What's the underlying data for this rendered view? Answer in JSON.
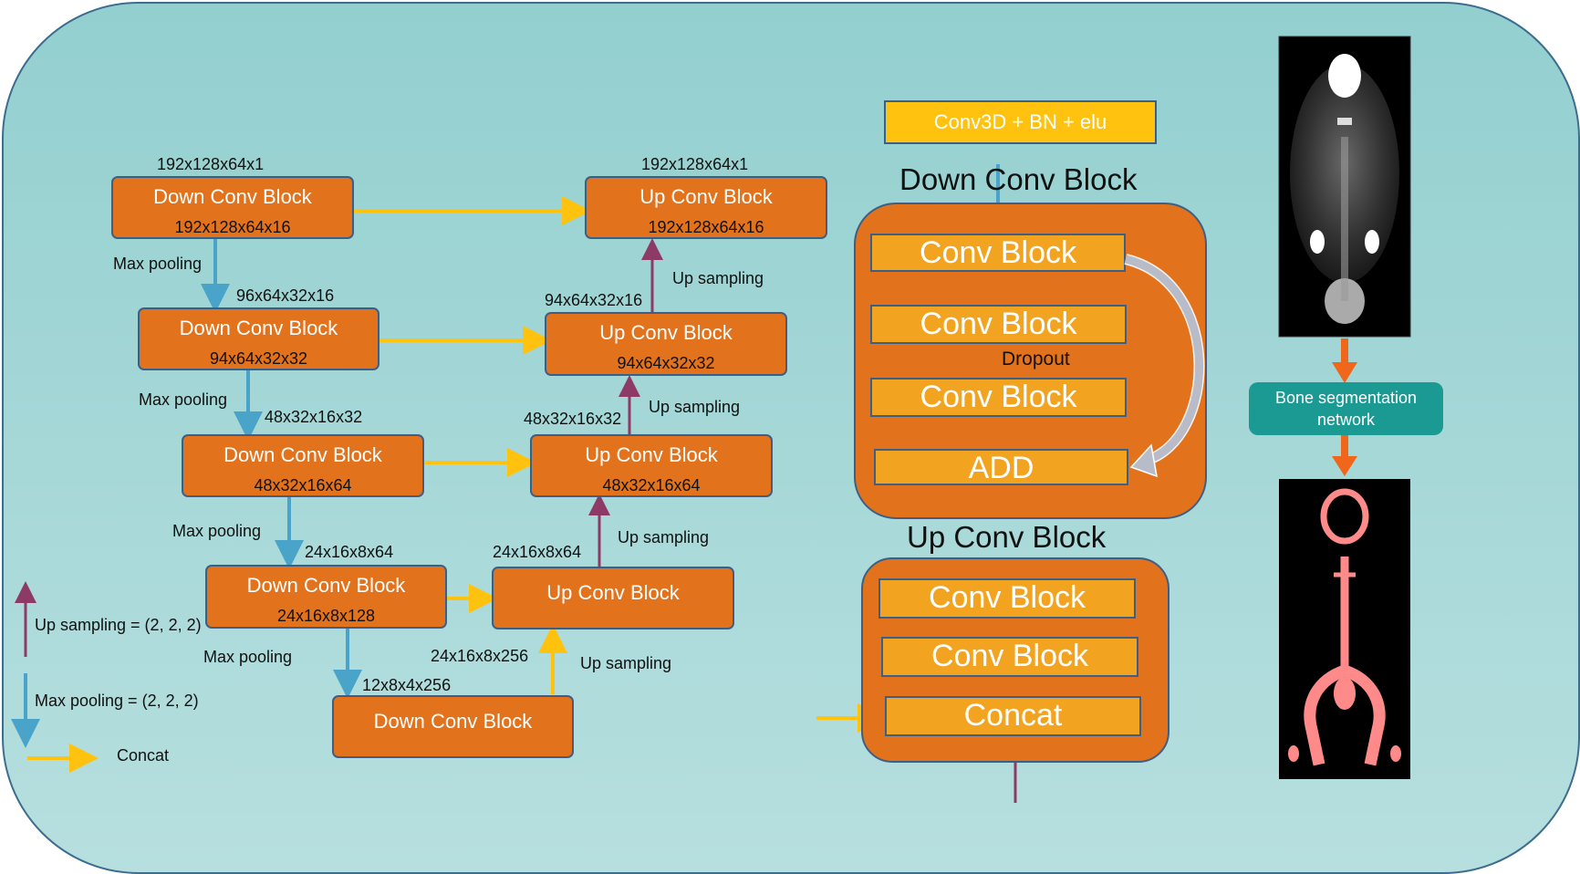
{
  "diagram": {
    "encoder": [
      {
        "title": "Down Conv Block",
        "input_dim": "192x128x64x1",
        "output_dim": "192x128x64x16"
      },
      {
        "title": "Down Conv Block",
        "input_dim": "96x64x32x16",
        "output_dim": "94x64x32x32"
      },
      {
        "title": "Down Conv Block",
        "input_dim": "48x32x16x32",
        "output_dim": "48x32x16x64"
      },
      {
        "title": "Down Conv Block",
        "input_dim": "24x16x8x64",
        "output_dim": "24x16x8x128"
      },
      {
        "title": "Down Conv Block",
        "input_dim": "12x8x4x256",
        "output_dim": ""
      }
    ],
    "decoder": [
      {
        "title": "Up Conv Block",
        "input_dim": "192x128x64x1",
        "output_dim": "192x128x64x16"
      },
      {
        "title": "Up Conv Block",
        "input_dim": "94x64x32x16",
        "output_dim": "94x64x32x32"
      },
      {
        "title": "Up Conv Block",
        "input_dim": "48x32x16x32",
        "output_dim": "48x32x16x64"
      },
      {
        "title": "Up Conv Block",
        "input_dim": "24x16x8x64",
        "output_dim": ""
      },
      {
        "title": "",
        "input_dim": "24x16x8x256",
        "output_dim": ""
      }
    ],
    "max_pooling_label": "Max pooling",
    "up_sampling_label": "Up sampling"
  },
  "legend": {
    "up_sampling": "Up sampling = (2, 2, 2)",
    "max_pooling": "Max pooling = (2, 2, 2)",
    "concat": "Concat"
  },
  "conv_unit": "Conv3D + BN + elu",
  "down_detail": {
    "title": "Down Conv Block",
    "blocks": [
      "Conv Block",
      "Conv Block",
      "Conv Block",
      "ADD"
    ],
    "dropout": "Dropout"
  },
  "up_detail": {
    "title": "Up Conv Block",
    "blocks": [
      "Conv Block",
      "Conv Block",
      "Concat"
    ]
  },
  "pipeline": {
    "network_label": "Bone segmentation network"
  },
  "colors": {
    "block_fill": "#e2721c",
    "inner_block_fill": "#f2a31f",
    "conv_unit_fill": "#ffc20e",
    "network_fill": "#1a9a93",
    "concat_arrow": "#ffc20e",
    "pool_arrow": "#4aa3c8",
    "upsample_arrow": "#8e3a66",
    "flow_arrow": "#f0661a"
  }
}
